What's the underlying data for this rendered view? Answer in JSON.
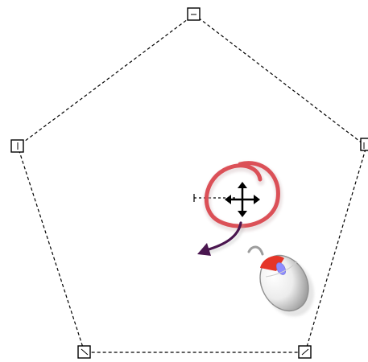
{
  "canvas": {
    "background": "#ffffff"
  },
  "pentagon": {
    "outline_color": "#000000",
    "outline_style": "dashed",
    "handle_count": 5,
    "handle_fill": "#ffffff",
    "handle_stroke": "#000000"
  },
  "overlay": {
    "move_cursor_icon": "four-way-move-cursor-icon",
    "highlight_circle_color": "#d9434b",
    "drag_arrow_color": "#4a164f",
    "mouse_icon": "computer-mouse-icon",
    "mouse_left_button_color": "#e53528",
    "mouse_wheel_color": "#8e8cff",
    "guide_line_style": "dashed"
  }
}
